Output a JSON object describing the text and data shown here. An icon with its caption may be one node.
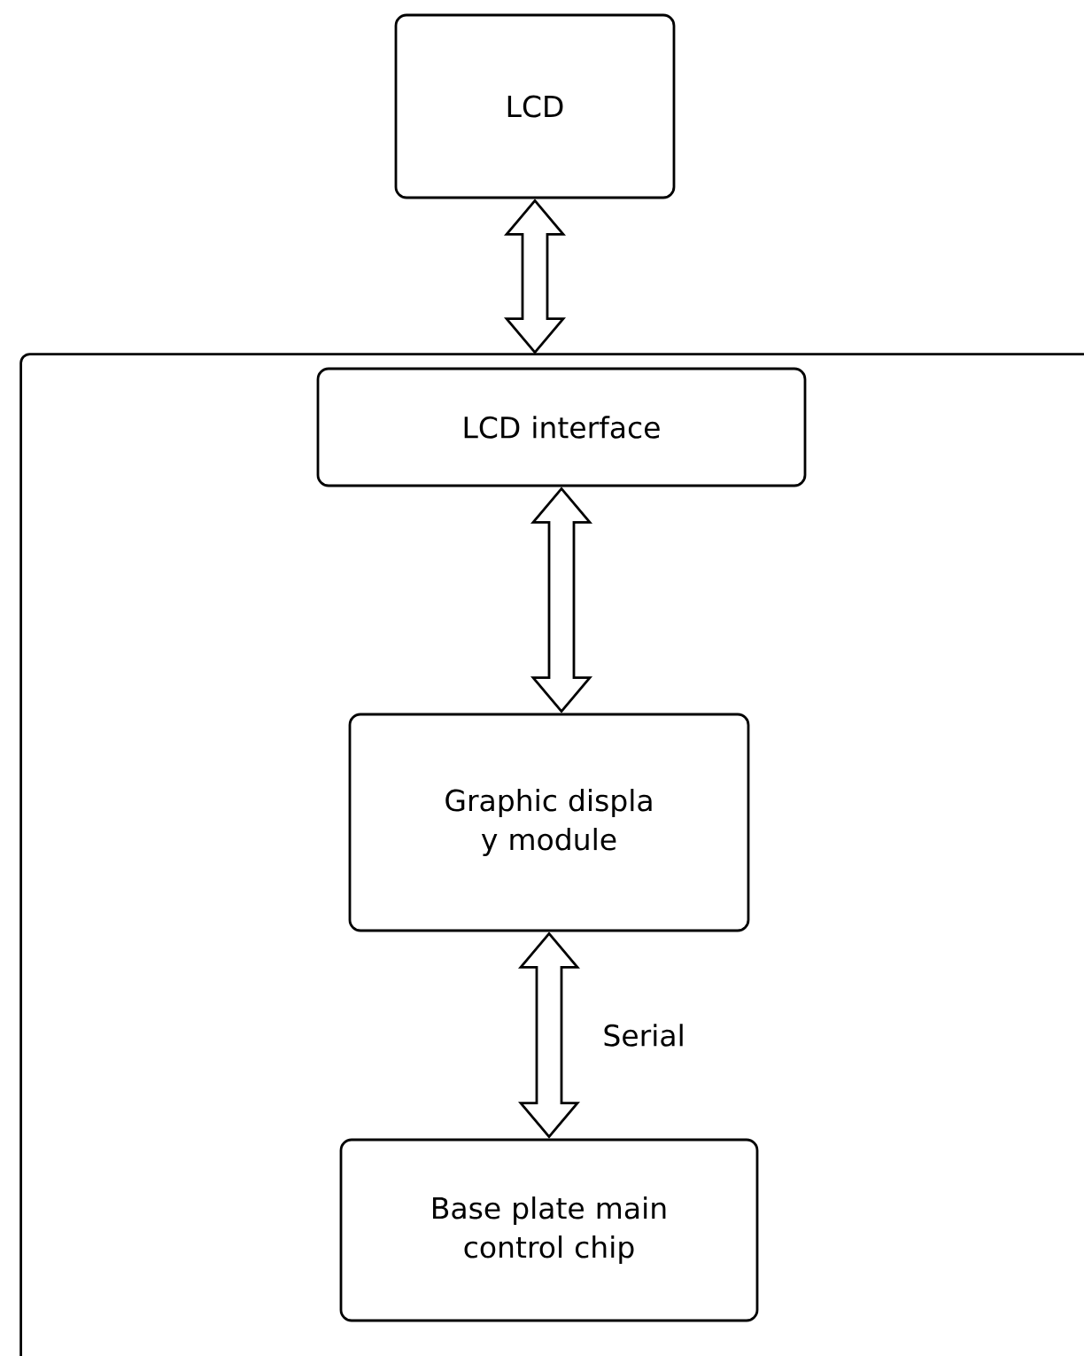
{
  "diagram": {
    "nodes": [
      {
        "text": [
          "LCD"
        ]
      },
      {
        "text": [],
        "shape": "box"
      },
      {
        "text": [
          "LCD interface"
        ],
        "in": 1
      },
      {
        "text": [
          "Graphic displa y module"
        ],
        "in": 1
      },
      {
        "text": [
          "Base plate main control chip"
        ],
        "in": 1
      }
    ],
    "edges": [
      {
        "from": 0,
        "to": 1,
        "arrow": "both"
      },
      {
        "from": 2,
        "to": 3,
        "arrow": "both"
      },
      {
        "from": 3,
        "to": 4,
        "arrow": "both",
        "label": "Serial"
      }
    ]
  }
}
